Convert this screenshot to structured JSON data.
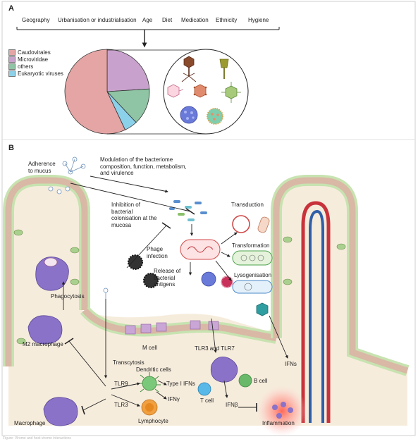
{
  "panel_a": {
    "letter": "A",
    "factors": [
      "Geography",
      "Urbanisation or industrialisation",
      "Age",
      "Diet",
      "Medication",
      "Ethnicity",
      "Hygiene"
    ],
    "legend": [
      {
        "label": "Caudovirales",
        "color": "#e5a5a5"
      },
      {
        "label": "Microviridae",
        "color": "#c8a2cc"
      },
      {
        "label": "others",
        "color": "#8fc4a4"
      },
      {
        "label": "Eukaryotic viruses",
        "color": "#8cd1ea"
      }
    ]
  },
  "chart_data": {
    "type": "pie",
    "categories": [
      "Caudovirales",
      "Microviridae",
      "others",
      "Eukaryotic viruses"
    ],
    "values": [
      57,
      24,
      14,
      5
    ],
    "colors": [
      "#e5a5a5",
      "#c8a2cc",
      "#8fc4a4",
      "#8cd1ea"
    ]
  },
  "panel_b": {
    "letter": "B",
    "labels": {
      "adherence": "Adherence\nto mucus",
      "modulation": "Modulation of the bacteriome\ncomposition, function, metabolism,\nand virulence",
      "inhibition": "Inhibition of\nbacterial\ncolonisation at the\nmucosa",
      "transduction": "Transduction",
      "transformation": "Transformation",
      "lysogenisation": "Lysogenisation",
      "phage_infection": "Phage\ninfection",
      "release": "Release of\nbacterial\nantigens",
      "phagocytosis": "Phagocytosis",
      "m2_macrophage": "M2 macrophage",
      "m_cell": "M cell",
      "tlr3_tlr7": "TLR3 and TLR7",
      "transcytosis": "Transcytosis",
      "dendritic_cells": "Dendritic cells",
      "tlr9": "TLR9",
      "tlr3": "TLR3",
      "type_i_ifns": "Type I IFNs",
      "ifn_gamma": "IFNγ",
      "lymphocyte": "Lymphocyte",
      "macrophage": "Macrophage",
      "t_cell": "T cell",
      "b_cell": "B cell",
      "ifn_beta": "IFNβ",
      "inflammation": "Inflammation",
      "ifns": "IFNs"
    }
  },
  "caption": "Figure: Virome and host-virome interactions"
}
